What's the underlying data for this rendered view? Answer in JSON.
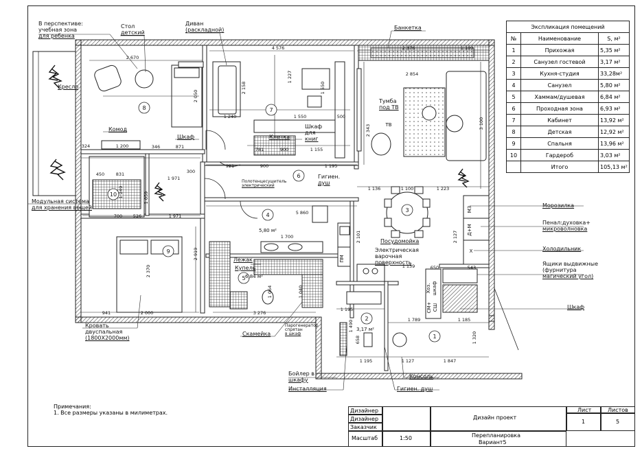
{
  "plan": {
    "rooms": [
      {
        "num": "1"
      },
      {
        "num": "2",
        "area": "3,17 м²"
      },
      {
        "num": "3"
      },
      {
        "num": "4",
        "area": "5,80 м²"
      },
      {
        "num": "5",
        "area": "6,84 м²"
      },
      {
        "num": "6"
      },
      {
        "num": "7"
      },
      {
        "num": "8"
      },
      {
        "num": "9"
      },
      {
        "num": "10"
      }
    ],
    "callouts": {
      "perspective": [
        "В перспективе:",
        "учебная зона",
        "для ребенка"
      ],
      "desk": [
        "Стол",
        "детский"
      ],
      "sofa": [
        "Диван",
        "(раскладной)"
      ],
      "bench": "Банкетка",
      "chair": "Кресло",
      "chest": "Комод",
      "wardrobe1": "Шкаф",
      "cage": "Клетка",
      "bookcase": [
        "Шкаф",
        "для",
        "книг"
      ],
      "tv_stand": [
        "Тумба",
        "под ТВ"
      ],
      "tv": "ТВ",
      "towel": [
        "Полотенцесушитель",
        "электрический"
      ],
      "hyg_shower_top": [
        "Гигиен.",
        "душ"
      ],
      "storage": [
        "Модульная система",
        "для хранения вещей"
      ],
      "freezer": "Морозилка",
      "oven": [
        "Пенал:духовка+",
        "микроволновка"
      ],
      "fridge": "Холодильник",
      "drawers": [
        "Ящики выдвижные",
        "(фурнитура",
        "магический угол)"
      ],
      "wardrobe2": "Шкаф",
      "dishwasher": "Посудомойка",
      "hob": [
        "Электрическая",
        "варочная",
        "поверхность"
      ],
      "lounger": "Лежак",
      "bath": "Купель",
      "bed": [
        "Кровать",
        "двуспальная",
        "(1800Х2000мм)"
      ],
      "bench2": "Скамейка",
      "steam": [
        "Парогенератор",
        "спрятан",
        "в шкаф"
      ],
      "boiler": [
        "Бойлер в",
        "шкафу"
      ],
      "install": "Инсталляция",
      "console": "Консоль",
      "hyg_shower_bot": "Гигиен. душ",
      "pm": "ПМ",
      "mz": "МЗ",
      "dm": "Д+М",
      "x": "Х",
      "hoz": [
        "Хоз.",
        "шкаф"
      ],
      "smsh": [
        "СМ+",
        "СШ"
      ]
    },
    "dims": [
      "2 670",
      "4 576",
      "2 376",
      "1 189",
      "2 854",
      "2 050",
      "2 158",
      "1 227",
      "1 550",
      "1 240",
      "1 550",
      "500",
      "3 100",
      "2 343",
      "781",
      "900",
      "1 155",
      "871",
      "346",
      "1 200",
      "324",
      "921",
      "900",
      "1 195",
      "300",
      "1 971",
      "1 136",
      "1 100",
      "1 223",
      "1 971",
      "700",
      "526",
      "2 127",
      "5 860",
      "1 700",
      "2 101",
      "3 276",
      "941",
      "2 000",
      "1 195",
      "1 139",
      "1 789",
      "1 185",
      "1 490",
      "658",
      "1 195",
      "1 127",
      "1 847",
      "1 320",
      "650",
      "543",
      "2 919",
      "2 370",
      "1 040",
      "1 064",
      "831",
      "450",
      "1 249",
      "1 059"
    ]
  },
  "explication": {
    "title": "Экспликация помещений",
    "head": {
      "num": "№",
      "name": "Наименование",
      "area": "S, м²"
    },
    "rows": [
      {
        "num": "1",
        "name": "Прихожая",
        "area": "5,35 м²"
      },
      {
        "num": "2",
        "name": "Санузел гостевой",
        "area": "3,17 м²"
      },
      {
        "num": "3",
        "name": "Кухня-студия",
        "area": "33,28м²"
      },
      {
        "num": "4",
        "name": "Санузел",
        "area": "5,80 м²"
      },
      {
        "num": "5",
        "name": "Хаммам/душевая",
        "area": "6,84 м²"
      },
      {
        "num": "6",
        "name": "Проходная зона",
        "area": "6,93 м²"
      },
      {
        "num": "7",
        "name": "Кабинет",
        "area": "13,92 м²"
      },
      {
        "num": "8",
        "name": "Детская",
        "area": "12,92 м²"
      },
      {
        "num": "9",
        "name": "Спальня",
        "area": "13,96 м²"
      },
      {
        "num": "10",
        "name": "Гардероб",
        "area": "3,03 м²"
      }
    ],
    "total_label": "Итого",
    "total": "105,13 м²"
  },
  "note": {
    "title": "Примечания:",
    "line": "1. Все размеры указаны в милиметрах."
  },
  "stamp": {
    "designer1": "Дизайнер",
    "designer2": "Дизайнер",
    "client": "Заказчик",
    "scale_label": "Масштаб",
    "scale": "1:50",
    "project": "Дизайн проект",
    "title1": "Перепланировка",
    "title2": "Вариант5",
    "sheet_label": "Лист",
    "sheets_label": "Листов",
    "sheet": "1",
    "sheets": "5"
  }
}
